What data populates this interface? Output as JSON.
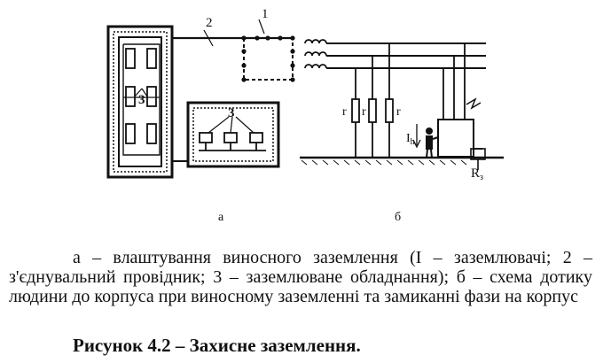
{
  "figure": {
    "diagram_a": {
      "label_1": "1",
      "label_2": "2",
      "label_3_left": "3",
      "label_3_right": "3"
    },
    "diagram_b": {
      "r_labels": [
        "r",
        "r",
        "r"
      ],
      "ih_label": "I",
      "ih_subscript": "h",
      "rz_label": "R",
      "rz_subscript": "з"
    },
    "panel_a": "а",
    "panel_b": "б"
  },
  "caption": {
    "line_1": "а – влаштування виносного заземлення (І – заземлювачі; 2 – з'єднувальний провідник; 3 – заземлюване обладнання); б – схема дотику людини до корпуса при виносному заземленні та замиканні фази на корпус",
    "title": "Рисунок 4.2 – Захисне заземлення."
  }
}
